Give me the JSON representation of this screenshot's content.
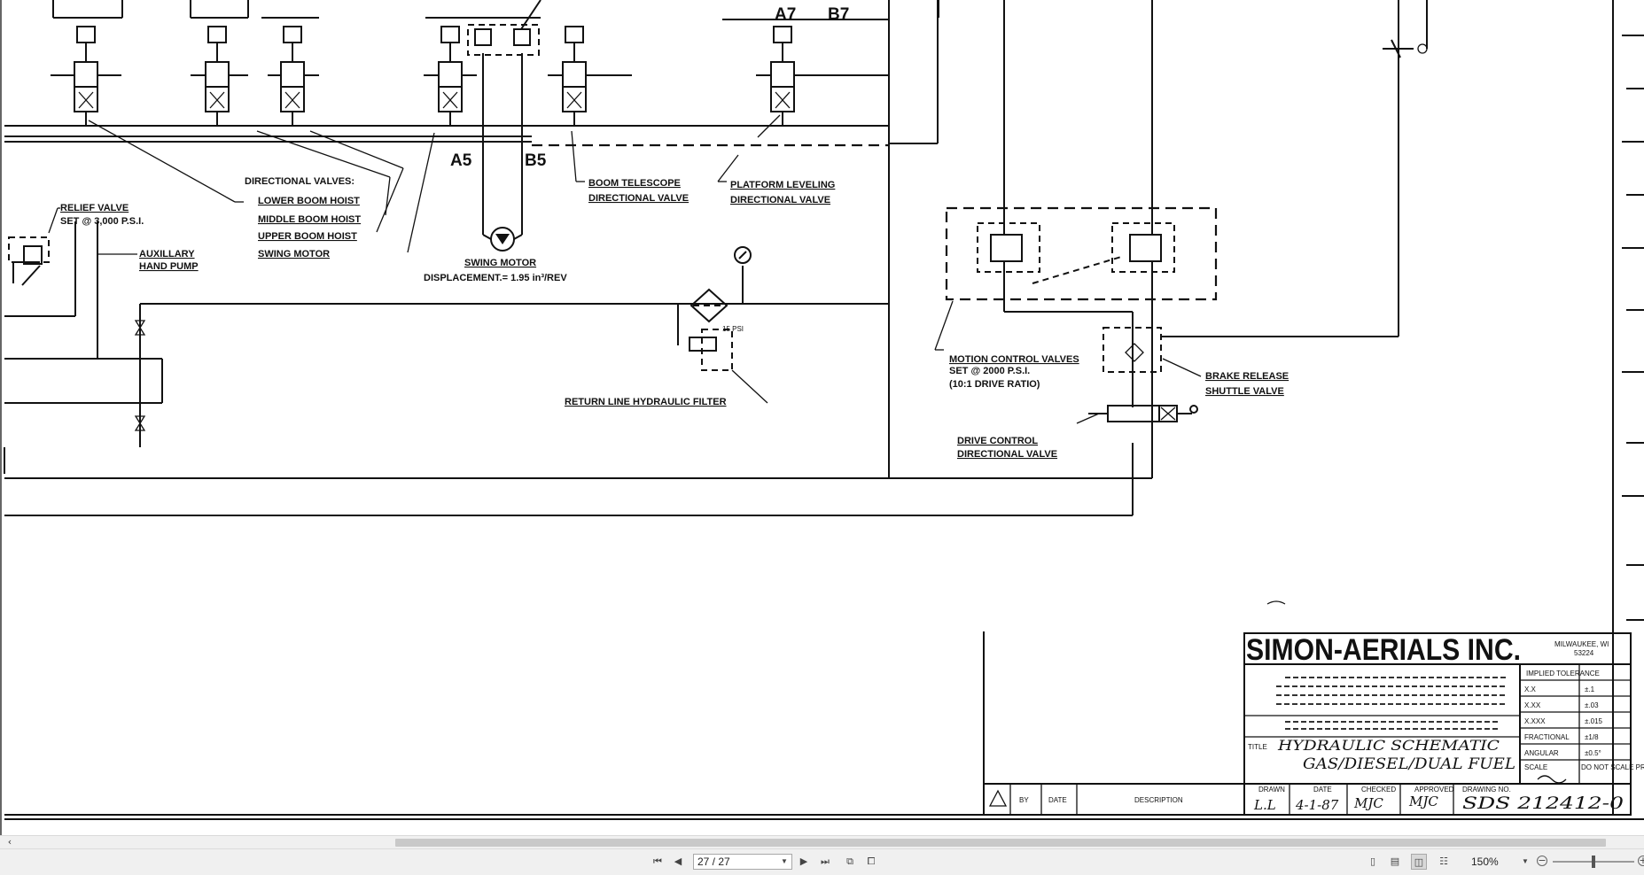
{
  "document": {
    "title_block": {
      "company": "SIMON-AERIALS INC.",
      "location_city": "MILWAUKEE, WI",
      "location_zip": "53224",
      "implied_tolerance_header": "IMPLIED TOLERANCE",
      "tolerances": [
        {
          "key": "X.X",
          "value": "±.1"
        },
        {
          "key": "X.XX",
          "value": "±.03"
        },
        {
          "key": "X.XXX",
          "value": "±.015"
        },
        {
          "key": "FRACTIONAL",
          "value": "±1/8"
        },
        {
          "key": "ANGULAR",
          "value": "±0.5°"
        },
        {
          "key": "SCALE",
          "value": "DO NOT SCALE PRINT"
        }
      ],
      "title_label": "TITLE",
      "title_line1": "HYDRAULIC SCHEMATIC",
      "title_line2": "GAS/DIESEL/DUAL FUEL",
      "revision_header_by": "BY",
      "revision_header_date": "DATE",
      "revision_header_desc": "DESCRIPTION",
      "drawn_label": "DRAWN",
      "date_label": "DATE",
      "checked_label": "CHECKED",
      "approved_label": "APPROVED",
      "drawing_no_label": "DRAWING NO.",
      "drawn_by": "L.L",
      "date_value": "4-1-87",
      "checked_by": "MJC",
      "approved_by": "MJC",
      "drawing_number": "SDS 212412-0"
    },
    "labels": {
      "a7": "A7",
      "b7": "B7",
      "a5": "A5",
      "b5": "B5",
      "directional_valves": "DIRECTIONAL VALVES:",
      "lower_boom_hoist": "LOWER BOOM HOIST",
      "middle_boom_hoist": "MIDDLE BOOM HOIST",
      "upper_boom_hoist": "UPPER BOOM HOIST",
      "swing_motor_line": "SWING MOTOR",
      "relief_valve_1": "RELIEF VALVE",
      "relief_valve_2": "SET @ 3,000 P.S.I.",
      "aux_pump_1": "AUXILLARY",
      "aux_pump_2": "HAND PUMP",
      "swing_motor_title": "SWING MOTOR",
      "swing_motor_disp": "DISPLACEMENT.= 1.95 in³/REV",
      "boom_telescope_1": "BOOM TELESCOPE",
      "boom_telescope_2": "DIRECTIONAL VALVE",
      "platform_leveling_1": "PLATFORM LEVELING",
      "platform_leveling_2": "DIRECTIONAL VALVE",
      "filter_rating": "15 PSI",
      "return_filter": "RETURN LINE HYDRAULIC FILTER",
      "motion_control_1": "MOTION CONTROL VALVES",
      "motion_control_2": "SET @ 2000 P.S.I.",
      "motion_control_3": "(10:1 DRIVE RATIO)",
      "brake_release_1": "BRAKE RELEASE",
      "brake_release_2": "SHUTTLE VALVE",
      "drive_control_1": "DRIVE CONTROL",
      "drive_control_2": "DIRECTIONAL VALVE"
    }
  },
  "toolbar": {
    "page_indicator": "27 / 27",
    "zoom": "150%"
  }
}
